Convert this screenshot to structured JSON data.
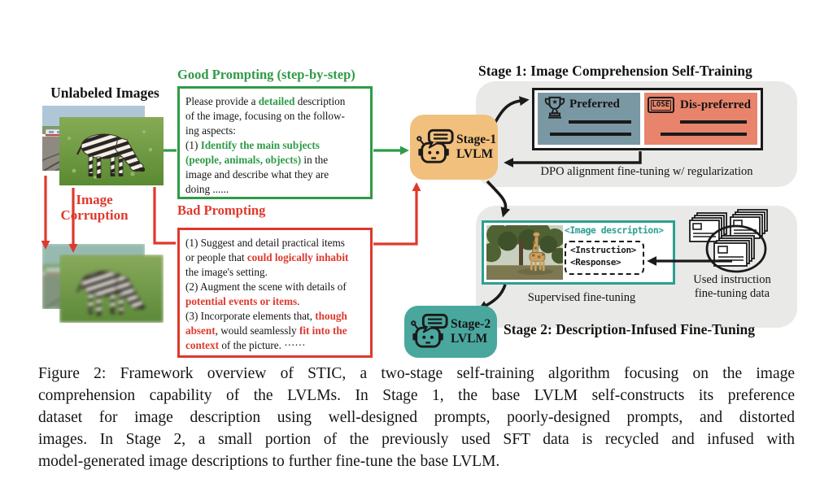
{
  "colors": {
    "good_green": "#2e9b47",
    "bad_red": "#de392c",
    "stage1_orange": "#f2c07d",
    "stage2_teal": "#4aa79e",
    "teal_accent": "#2ba091",
    "preferred_slate": "#7a98a4",
    "dispreferred_salmon": "#e8846c",
    "panel_gray": "#e9e9e7"
  },
  "left": {
    "unlabeled_title": "Unlabeled Images",
    "corruption_line1": "Image",
    "corruption_line2": "Corruption"
  },
  "good": {
    "title": "Good Prompting (step-by-step)",
    "segments": [
      {
        "t": "Please provide a "
      },
      {
        "t": "detailed",
        "em": 1
      },
      {
        "t": " description\nof the image, focusing on the follow-\ning aspects:\n(1) "
      },
      {
        "t": "Identify the main subjects\n(people, animals, objects)",
        "em": 1
      },
      {
        "t": " in the\nimage and describe what they are\ndoing ......"
      }
    ]
  },
  "bad": {
    "title": "Bad Prompting",
    "segments": [
      {
        "t": "(1) Suggest and detail practical items\nor people that "
      },
      {
        "t": "could logically inhabit",
        "em": 1
      },
      {
        "t": "\nthe image's setting.\n(2) Augment the scene with details of\n"
      },
      {
        "t": "potential events or items",
        "em": 1
      },
      {
        "t": ".\n(3) Incorporate elements that, "
      },
      {
        "t": "though\nabsent",
        "em": 1
      },
      {
        "t": ", would seamlessly "
      },
      {
        "t": "fit into the\ncontext",
        "em": 1
      },
      {
        "t": " of the picture.  ······"
      }
    ]
  },
  "stage1_model": {
    "line1": "Stage-1",
    "line2": "LVLM"
  },
  "stage2_model": {
    "line1": "Stage-2",
    "line2": "LVLM"
  },
  "stage1": {
    "title": "Stage 1: Image Comprehension Self-Training",
    "preferred": "Preferred",
    "dispreferred": "Dis-preferred",
    "lose": "LOSE",
    "dpo": "DPO alignment fine-tuning w/ regularization"
  },
  "stage2": {
    "title": "Stage 2: Description-Infused Fine-Tuning",
    "image_description": "<Image description>",
    "instruction": "<Instruction>",
    "response": "<Response>",
    "sft": "Supervised fine-tuning",
    "used_line1": "Used instruction",
    "used_line2": "fine-tuning data"
  },
  "caption": {
    "lines": [
      "Figure 2: Framework overview of STIC, a two-stage self-training algorithm focusing on the image",
      "comprehension capability of the LVLMs. In Stage 1, the base LVLM self-constructs its preference",
      "dataset for image description using well-designed prompts, poorly-designed prompts, and distorted",
      "images. In Stage 2, a small portion of the previously used SFT data is recycled and infused with",
      "model-generated image descriptions to further fine-tune the base LVLM."
    ]
  }
}
